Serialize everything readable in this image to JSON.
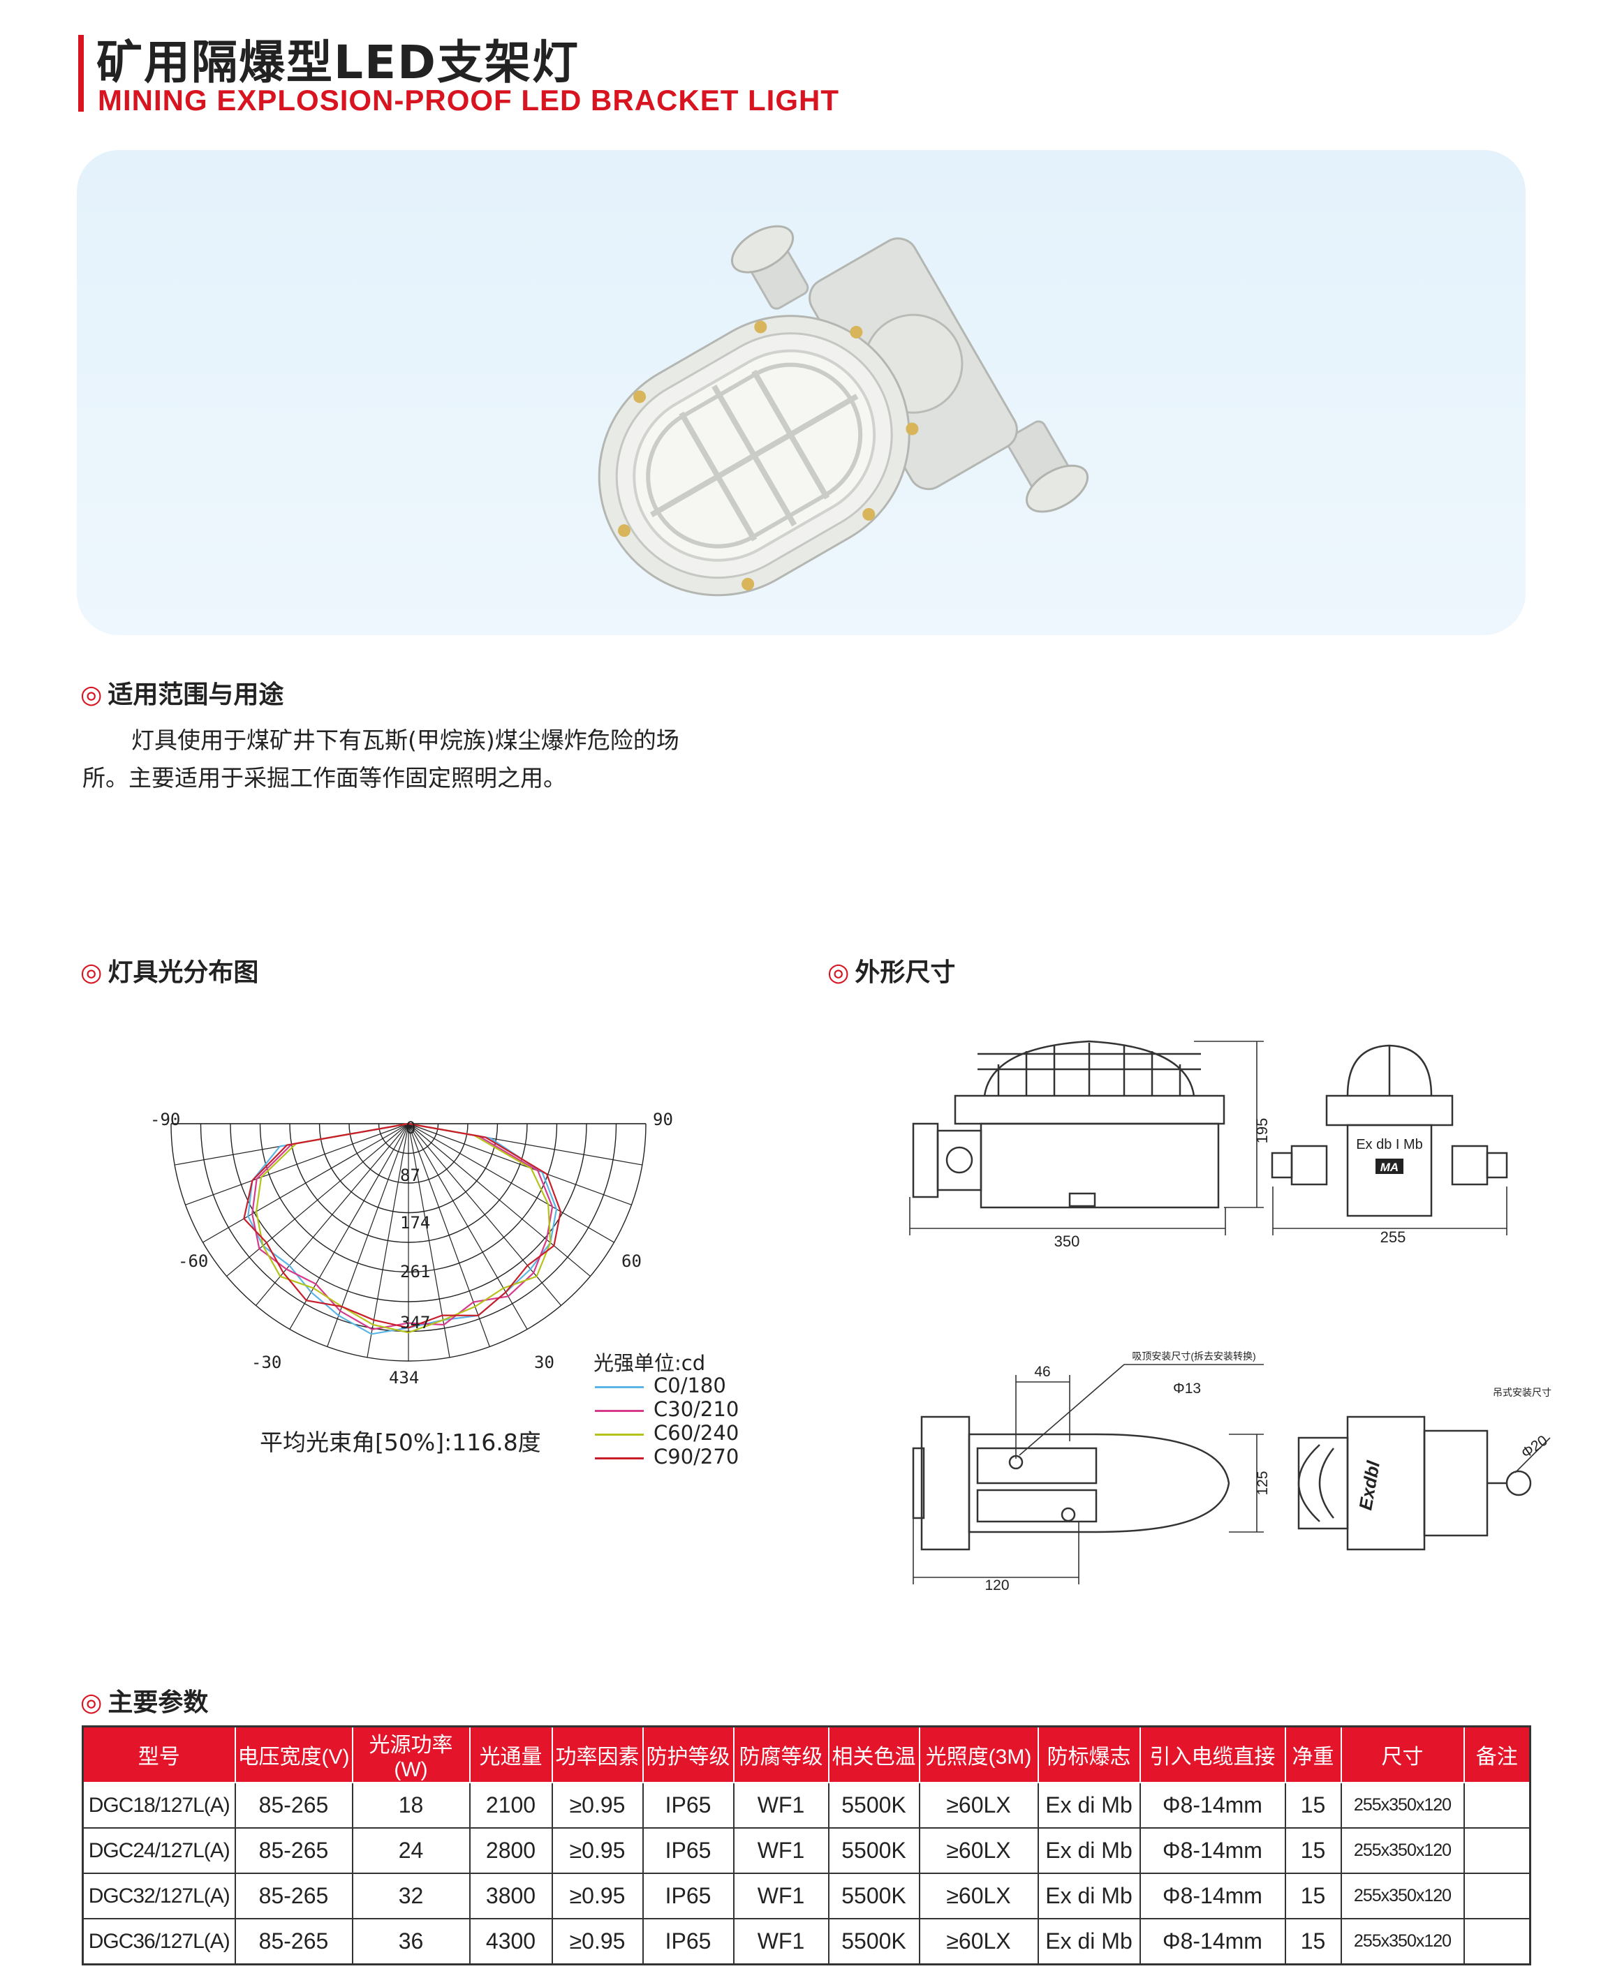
{
  "header": {
    "title_cn": "矿用隔爆型LED支架灯",
    "title_en": "MINING EXPLOSION-PROOF LED BRACKET LIGHT",
    "accent_color": "#d7141f"
  },
  "sections": {
    "application": {
      "heading": "适用范围与用途",
      "lines": [
        "灯具使用于煤矿井下有瓦斯(甲烷族)煤尘爆炸危险的场",
        "所。主要适用于采掘工作面等作固定照明之用。"
      ]
    },
    "light_distribution": {
      "heading": "灯具光分布图",
      "beam_angle_note": "平均光束角[50%]:116.8度",
      "unit_label": "光强单位:cd",
      "legend": [
        {
          "label": "C0/180",
          "color": "#5ab4e6"
        },
        {
          "label": "C30/210",
          "color": "#d63a8a"
        },
        {
          "label": "C60/240",
          "color": "#b5c21a"
        },
        {
          "label": "C90/270",
          "color": "#c81e2a"
        }
      ]
    },
    "dimensions": {
      "heading": "外形尺寸",
      "dim_195": "195",
      "dim_350": "350",
      "dim_255": "255",
      "dim_46": "46",
      "dim_phi13": "Φ13",
      "dim_125": "125",
      "dim_120": "120",
      "dim_phi20": "Φ20",
      "note_ceiling": "吸顶安装尺寸(拆去安装转换)",
      "note_hanging": "吊式安装尺寸",
      "marking": "Ex db I Mb",
      "marking_side": "Exdbl",
      "ma_logo": "MA"
    },
    "parameters": {
      "heading": "主要参数"
    }
  },
  "chart_data": {
    "type": "polar",
    "angle_labels": [
      "-90",
      "90",
      "-60",
      "60",
      "-30",
      "30",
      "0"
    ],
    "radial_labels": [
      "87",
      "174",
      "261",
      "347",
      "434"
    ],
    "series": [
      {
        "name": "C0/180"
      },
      {
        "name": "C30/210"
      },
      {
        "name": "C60/240"
      },
      {
        "name": "C90/270"
      }
    ]
  },
  "table": {
    "headers": [
      "型号",
      "电压宽度(V)",
      "光源功率(W)",
      "光通量",
      "功率因素",
      "防护等级",
      "防腐等级",
      "相关色温",
      "光照度(3M)",
      "防标爆志",
      "引入电缆直接",
      "净重",
      "尺寸",
      "备注"
    ],
    "rows": [
      [
        "DGC18/127L(A)",
        "85-265",
        "18",
        "2100",
        "≥0.95",
        "IP65",
        "WF1",
        "5500K",
        "≥60LX",
        "Ex di Mb",
        "Φ8-14mm",
        "15",
        "255x350x120",
        ""
      ],
      [
        "DGC24/127L(A)",
        "85-265",
        "24",
        "2800",
        "≥0.95",
        "IP65",
        "WF1",
        "5500K",
        "≥60LX",
        "Ex di Mb",
        "Φ8-14mm",
        "15",
        "255x350x120",
        ""
      ],
      [
        "DGC32/127L(A)",
        "85-265",
        "32",
        "3800",
        "≥0.95",
        "IP65",
        "WF1",
        "5500K",
        "≥60LX",
        "Ex di Mb",
        "Φ8-14mm",
        "15",
        "255x350x120",
        ""
      ],
      [
        "DGC36/127L(A)",
        "85-265",
        "36",
        "4300",
        "≥0.95",
        "IP65",
        "WF1",
        "5500K",
        "≥60LX",
        "Ex di Mb",
        "Φ8-14mm",
        "15",
        "255x350x120",
        ""
      ]
    ]
  }
}
